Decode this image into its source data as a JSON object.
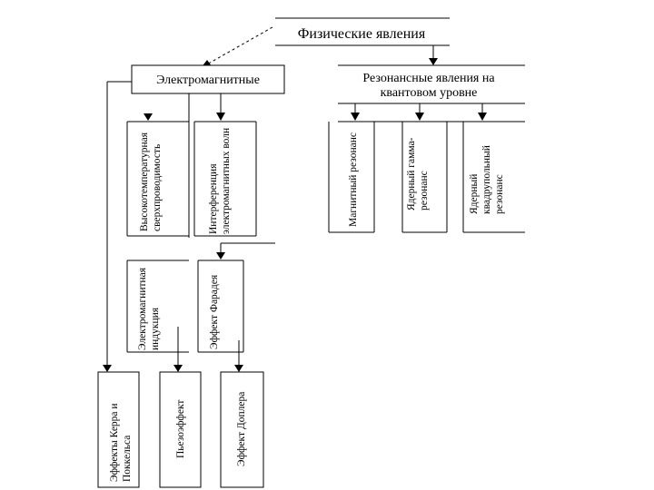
{
  "diagram": {
    "root": "Физические явления",
    "electromagnetic": "Электромагнитные",
    "resonance": {
      "line1": "Резонансные явления на",
      "line2": "квантовом уровне"
    },
    "htsc": {
      "line1": "Высокотемпературная",
      "line2": "сверхпроводимость"
    },
    "interference": {
      "line1": "Интерференция",
      "line2": "электромагнитных волн"
    },
    "magnetic_resonance": "Магнитный резонанс",
    "nuclear_gamma": {
      "line1": "Ядерный гамма-",
      "line2": "резонанс"
    },
    "nuclear_quadrupole": {
      "line1": "Ядерный",
      "line2": "квадрупольный",
      "line3": "резонанс"
    },
    "em_induction": {
      "line1": "Электромагнитная",
      "line2": "индукция"
    },
    "faraday": "Эффект Фарадея",
    "kerr_pockels": {
      "line1": "Эффекты Керра и",
      "line2": "Поккельса"
    },
    "piezo": "Пьезоэффект",
    "doppler": "Эффект Доплера"
  }
}
